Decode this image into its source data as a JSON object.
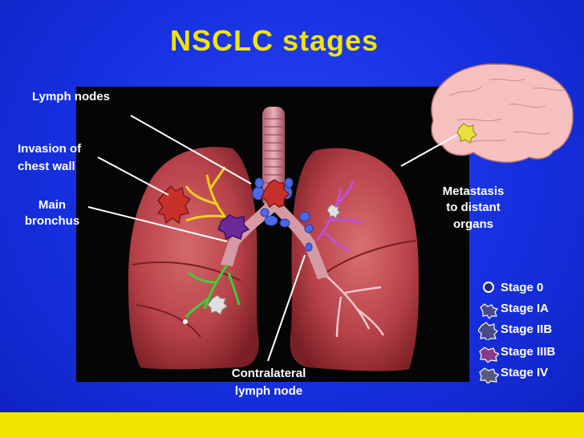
{
  "title": "NSCLC stages",
  "labels": {
    "lymph_nodes": "Lymph nodes",
    "invasion_line1": "Invasion of",
    "invasion_line2": "chest wall",
    "main_line1": "Main",
    "main_line2": "bronchus",
    "meta_line1": "Metastasis",
    "meta_line2": "to distant",
    "meta_line3": "organs",
    "contra_line1": "Contralateral",
    "contra_line2": "lymph node"
  },
  "legend": [
    {
      "label": "Stage 0",
      "icon": "dot-icon",
      "color": "#1d2a8a"
    },
    {
      "label": "Stage IA",
      "icon": "small-tumor-icon",
      "color": "#4a4a8a"
    },
    {
      "label": "Stage IIB",
      "icon": "medium-tumor-icon",
      "color": "#4a4a8a"
    },
    {
      "label": "Stage IIIB",
      "icon": "tumor-icon",
      "color": "#8a3a8a"
    },
    {
      "label": "Stage IV",
      "icon": "tumor-icon",
      "color": "#5a5a7a"
    }
  ],
  "colors": {
    "background": "#1b2fe6",
    "title": "#f2e600",
    "bottom_bar": "#f2e600",
    "lung": "#b8424a",
    "brain": "#f7c0c0",
    "tumor_red": "#c8302c",
    "tumor_purple": "#6a2a9a",
    "lymph_node": "#4a68e8"
  }
}
